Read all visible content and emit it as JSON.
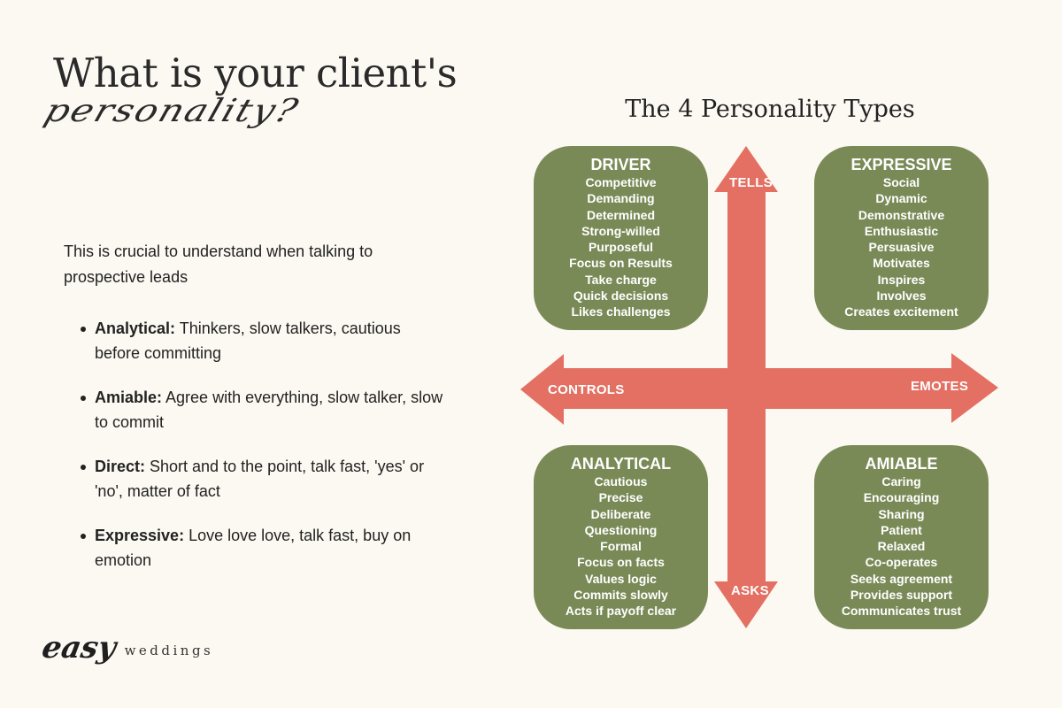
{
  "header": {
    "title": "What is your client's",
    "script": "personality?"
  },
  "intro": "This is crucial to understand when talking to prospective leads",
  "bullets": [
    {
      "label": "Analytical:",
      "text": " Thinkers, slow talkers, cautious before committing"
    },
    {
      "label": "Amiable:",
      "text": " Agree with everything, slow talker, slow to commit"
    },
    {
      "label": "Direct:",
      "text": " Short and to the point, talk fast, 'yes' or 'no', matter of fact"
    },
    {
      "label": "Expressive:",
      "text": " Love love love, talk fast, buy on emotion"
    }
  ],
  "diagram": {
    "title": "The 4 Personality Types",
    "axes": {
      "up": "TELLS",
      "down": "ASKS",
      "left": "CONTROLS",
      "right": "EMOTES"
    },
    "colors": {
      "box": "#7a8a57",
      "arrow": "#e37063",
      "background": "#fcf9f2"
    },
    "quadrants": [
      {
        "name": "DRIVER",
        "traits": [
          "Competitive",
          "Demanding",
          "Determined",
          "Strong-willed",
          "Purposeful",
          "Focus on Results",
          "Take charge",
          "Quick decisions",
          "Likes challenges"
        ]
      },
      {
        "name": "EXPRESSIVE",
        "traits": [
          "Social",
          "Dynamic",
          "Demonstrative",
          "Enthusiastic",
          "Persuasive",
          "Motivates",
          "Inspires",
          "Involves",
          "Creates excitement"
        ]
      },
      {
        "name": "ANALYTICAL",
        "traits": [
          "Cautious",
          "Precise",
          "Deliberate",
          "Questioning",
          "Formal",
          "Focus on facts",
          "Values logic",
          "Commits slowly",
          "Acts if payoff clear"
        ]
      },
      {
        "name": "AMIABLE",
        "traits": [
          "Caring",
          "Encouraging",
          "Sharing",
          "Patient",
          "Relaxed",
          "Co-operates",
          "Seeks agreement",
          "Provides support",
          "Communicates trust"
        ]
      }
    ]
  },
  "logo": {
    "easy": "easy",
    "weddings": "weddings"
  }
}
